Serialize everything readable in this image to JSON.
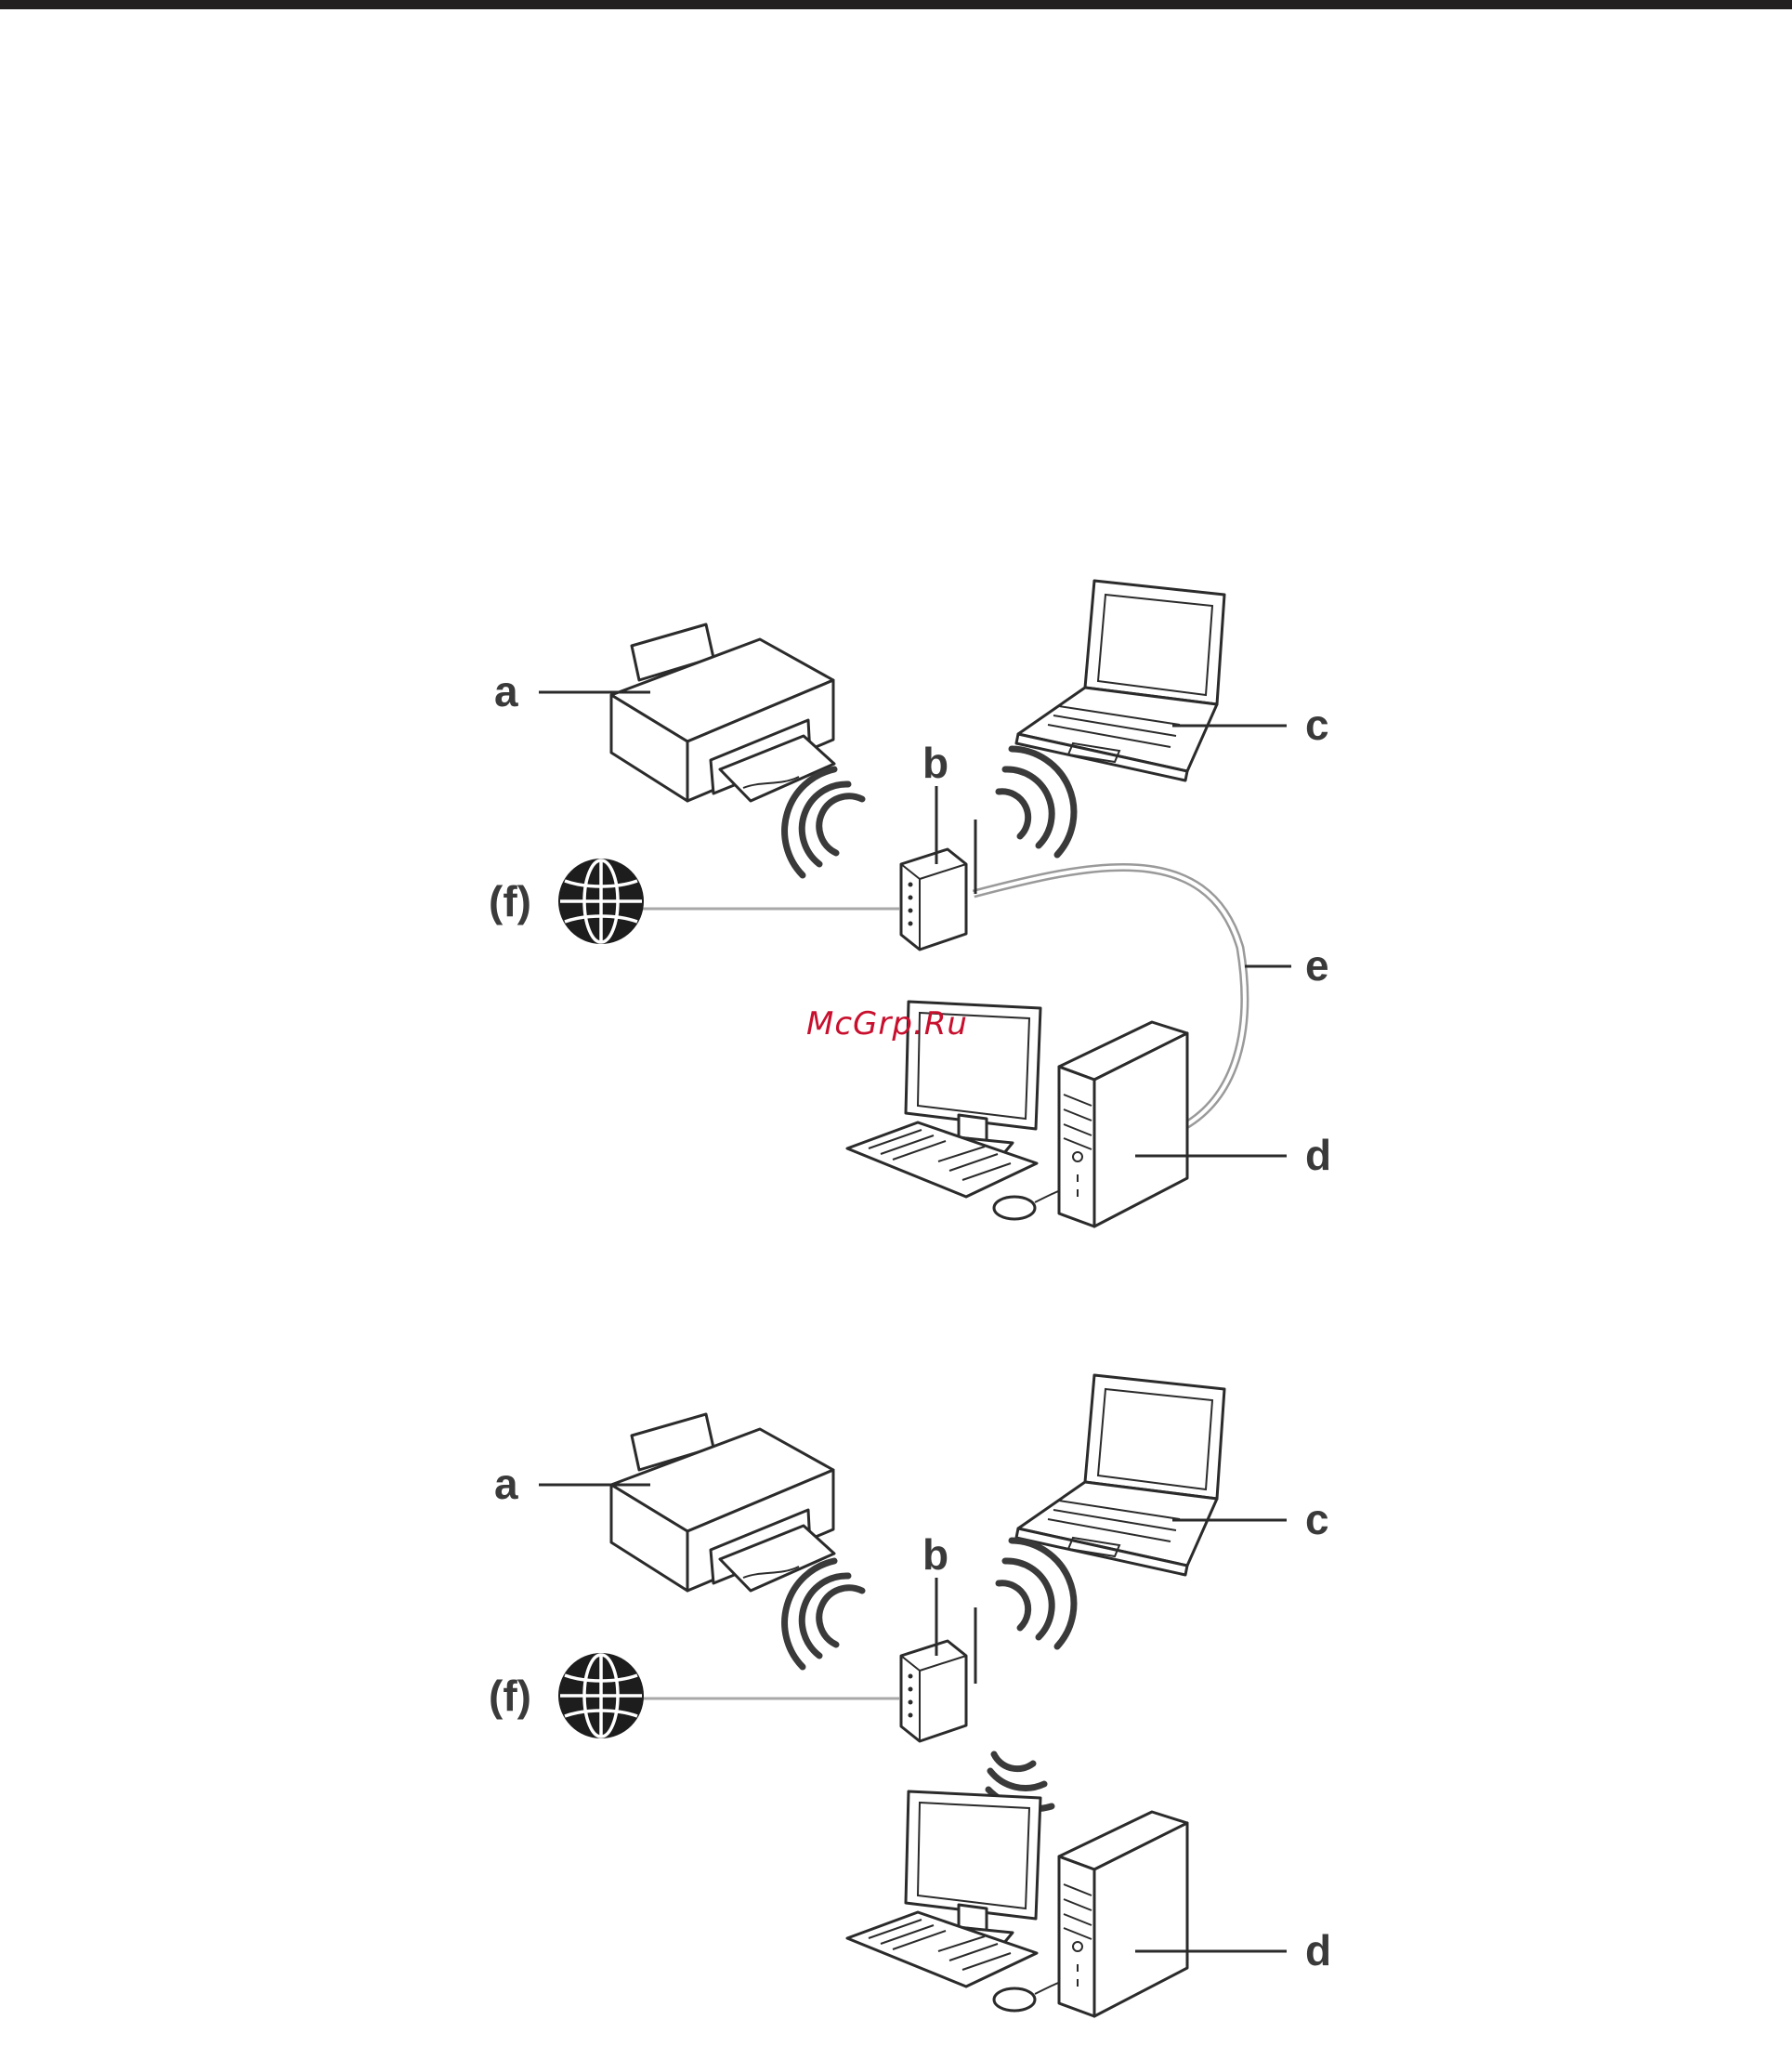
{
  "watermark": "McGrp.Ru",
  "diagrams": [
    {
      "id": "wired-computer",
      "labels": {
        "printer": "a",
        "access_point": "b",
        "laptop": "c",
        "desktop": "d",
        "cable": "e",
        "internet": "(f)"
      }
    },
    {
      "id": "wireless-computer",
      "labels": {
        "printer": "a",
        "access_point": "b",
        "laptop": "c",
        "desktop": "d",
        "internet": "(f)"
      }
    }
  ],
  "colors": {
    "rule": "#231f20",
    "line": "#2b2b2b",
    "label": "#3a3a3a",
    "watermark": "#c8102e",
    "cable": "#9a9a9a"
  },
  "icons": [
    "printer-icon",
    "laptop-icon",
    "access-point-icon",
    "globe-icon",
    "desktop-computer-icon",
    "wifi-waves-icon"
  ]
}
